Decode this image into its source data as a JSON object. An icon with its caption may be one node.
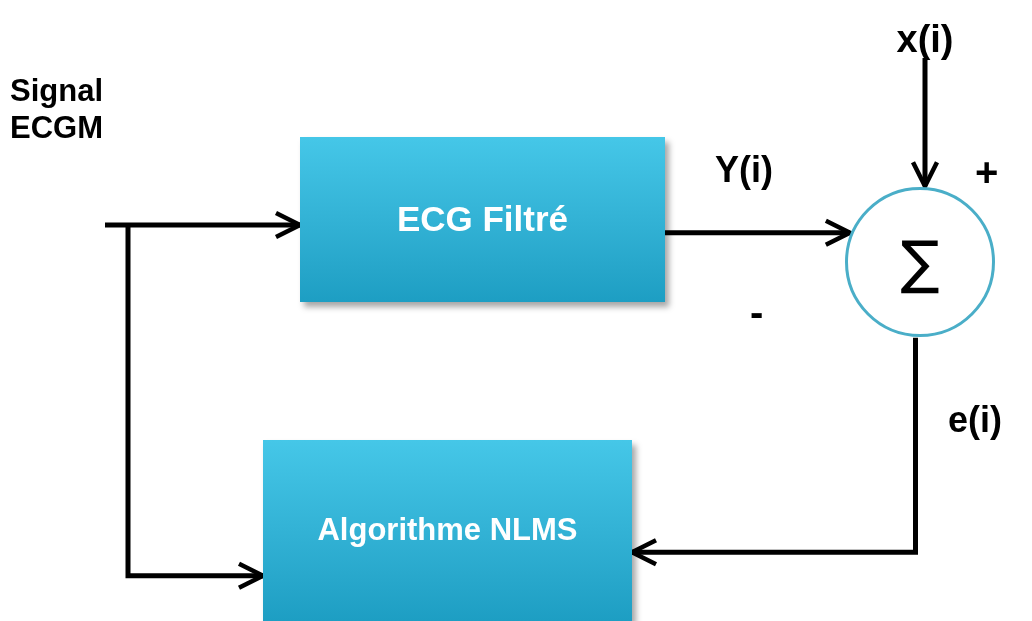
{
  "diagram": {
    "nodes": [
      {
        "text": [
          "ECG Filtré"
        ]
      },
      {
        "text": [
          "Algorithme NLMS"
        ]
      },
      {
        "text": [
          "∑"
        ]
      },
      {
        "text": [
          "x(i)"
        ]
      }
    ],
    "edges": [
      {
        "from": null,
        "to": 0,
        "arrow": "to"
      },
      {
        "from": null,
        "to": 1,
        "arrow": "to"
      },
      {
        "from": 0,
        "to": 2,
        "arrow": "to",
        "label": "Y(i)"
      },
      {
        "from": 3,
        "to": 2,
        "arrow": "to"
      },
      {
        "from": 2,
        "to": 1,
        "arrow": "to",
        "label": "e(i)"
      }
    ],
    "labels": [
      "Signal ECGM",
      "+",
      "-"
    ]
  }
}
